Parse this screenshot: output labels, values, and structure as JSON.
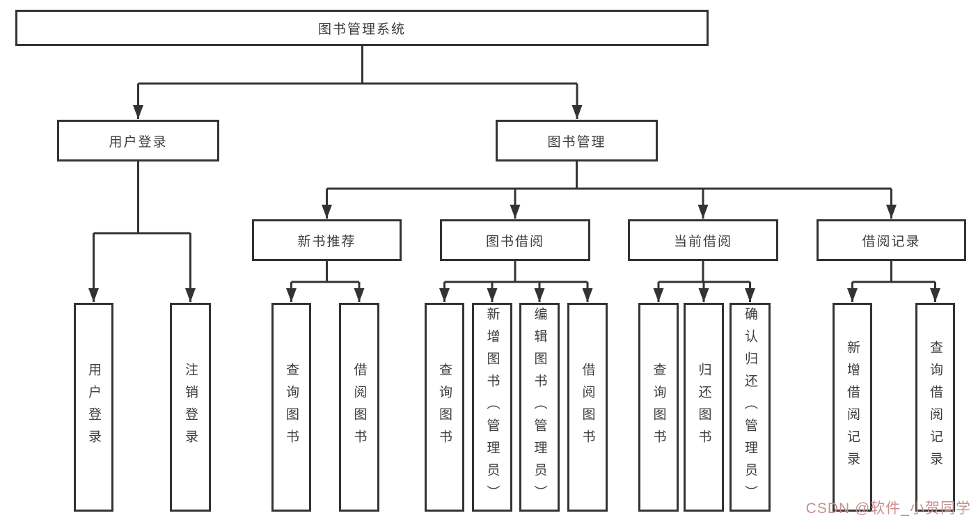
{
  "tree": {
    "root": {
      "label": "图书管理系统"
    },
    "user_login": {
      "label": "用户登录",
      "leaves": [
        "用户登录",
        "注销登录"
      ]
    },
    "book_mgmt": {
      "label": "图书管理",
      "groups": [
        {
          "label": "新书推荐",
          "leaves": [
            "查询图书",
            "借阅图书"
          ]
        },
        {
          "label": "图书借阅",
          "leaves": [
            "查询图书",
            "新增图书（管理员）",
            "编辑图书（管理员）",
            "借阅图书"
          ]
        },
        {
          "label": "当前借阅",
          "leaves": [
            "查询图书",
            "归还图书",
            "确认归还（管理员）"
          ]
        },
        {
          "label": "借阅记录",
          "leaves": [
            "新增借阅记录",
            "查询借阅记录"
          ]
        }
      ]
    }
  },
  "watermark": {
    "text": "CSDN @软件_小贺同学"
  },
  "colors": {
    "line": "#333333",
    "border": "#333333",
    "text": "#3d3d3d",
    "background": "#ffffff",
    "watermark": "#c98f8f"
  }
}
